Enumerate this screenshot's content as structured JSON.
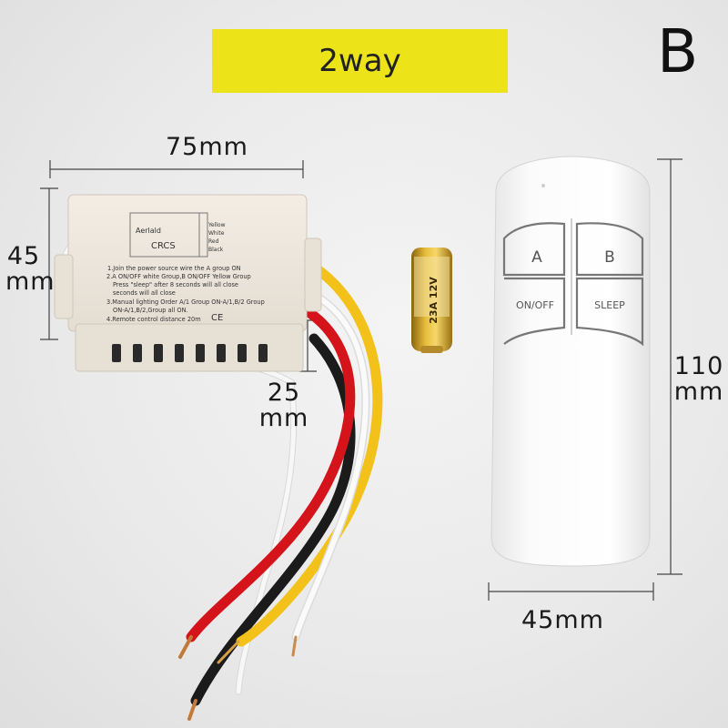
{
  "banner": {
    "text": "2way"
  },
  "corner_letter": "B",
  "dimensions": {
    "receiver_width": "75mm",
    "receiver_height_value": "45",
    "receiver_height_unit": "mm",
    "receiver_depth_value": "25",
    "receiver_depth_unit": "mm",
    "remote_height_value": "110",
    "remote_height_unit": "mm",
    "remote_width": "45mm"
  },
  "receiver_label": {
    "brand": "Aerlald",
    "model": "CRCS",
    "wires": [
      "Yellow",
      "White",
      "Red",
      "Black"
    ],
    "instructions": [
      "1.Join the power source wire the A group ON",
      "2.A ON/OFF white Group,B ON/OFF Yellow Group",
      "Press \"sleep\" after 8 seconds will all close",
      "seconds will all close",
      "3.Manual lighting Order A/1 Group ON-A/1,B/2 Group",
      "ON-A/1,B/2,Group all ON.",
      "4.Remote control distance 20m"
    ],
    "mark": "CE"
  },
  "battery": {
    "label": "23A 12V"
  },
  "remote": {
    "buttons": [
      {
        "label": "A"
      },
      {
        "label": "B"
      },
      {
        "label": "ON/OFF"
      },
      {
        "label": "SLEEP"
      }
    ]
  },
  "colors": {
    "banner": "#ece319",
    "wire_yellow": "#f2c21a",
    "wire_white": "#f7f7f7",
    "wire_red": "#d4141a",
    "wire_black": "#1b1b1b",
    "battery_gold": "#c99a1e"
  }
}
